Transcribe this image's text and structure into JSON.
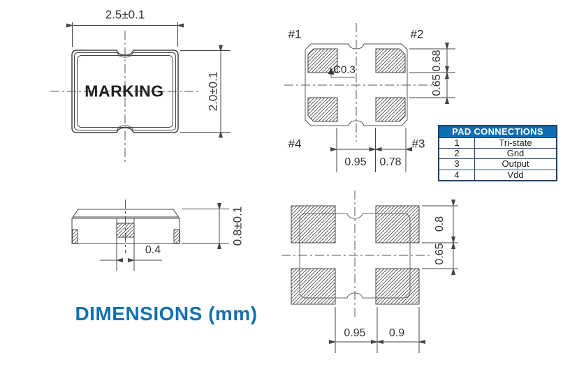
{
  "title": "DIMENSIONS (mm)",
  "top_view": {
    "marking": "MARKING",
    "width_dim": "2.5±0.1",
    "height_dim": "2.0±0.1"
  },
  "pad_view": {
    "pad1_label": "#1",
    "pad2_label": "#2",
    "pad3_label": "#3",
    "pad4_label": "#4",
    "chamfer_note": "C0.3",
    "pad_height_dim": "0.68",
    "vertical_gap_dim": "0.65",
    "horizontal_gap_dim": "0.95",
    "pad_width_dim": "0.78"
  },
  "side_view": {
    "center_pad_width_dim": "0.4",
    "height_dim": "0.8±0.1"
  },
  "land_pattern": {
    "pad_height_dim": "0.8",
    "vertical_gap_dim": "0.65",
    "horizontal_gap_dim": "0.95",
    "pad_width_dim": "0.9"
  },
  "pad_connections": {
    "header": "PAD CONNECTIONS",
    "rows": [
      {
        "pad": "1",
        "connection": "Tri-state"
      },
      {
        "pad": "2",
        "connection": "Gnd"
      },
      {
        "pad": "3",
        "connection": "Output"
      },
      {
        "pad": "4",
        "connection": "Vdd"
      }
    ]
  },
  "colors": {
    "accent_blue": "#1270b0",
    "table_border_navy": "#1e406f",
    "drawing_line": "#444444"
  }
}
